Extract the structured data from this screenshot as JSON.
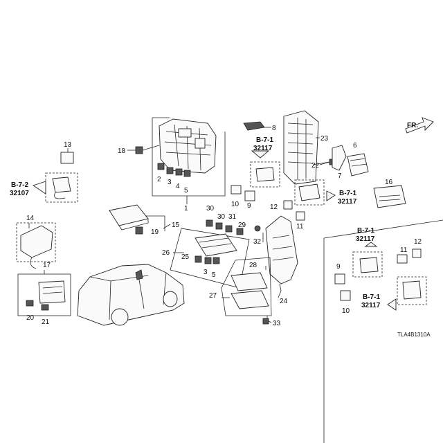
{
  "callouts": {
    "c1": "1",
    "c2": "2",
    "c3a": "3",
    "c4": "4",
    "c5a": "5",
    "c6": "6",
    "c7": "7",
    "c8": "8",
    "c9a": "9",
    "c10a": "10",
    "c11a": "11",
    "c12a": "12",
    "c13": "13",
    "c14": "14",
    "c15": "15",
    "c16": "16",
    "c17": "17",
    "c18": "18",
    "c19": "19",
    "c20": "20",
    "c21": "21",
    "c22": "22",
    "c23": "23",
    "c24": "24",
    "c25": "25",
    "c26": "26",
    "c27": "27",
    "c28": "28",
    "c29": "29",
    "c30a": "30",
    "c30b": "30",
    "c31": "31",
    "c32": "32",
    "c33": "33",
    "c3b": "3",
    "c5b": "5",
    "c9b": "9",
    "c10b": "10",
    "c11b": "11",
    "c12b": "12"
  },
  "references": {
    "ref_b71_top": {
      "code": "B-7-1",
      "part": "32117"
    },
    "ref_b71_mid": {
      "code": "B-7-1",
      "part": "32117"
    },
    "ref_b72_left": {
      "code": "B-7-2",
      "part": "32107"
    },
    "ref_b71_inset_top": {
      "code": "B-7-1",
      "part": "32117"
    },
    "ref_b71_inset_bottom": {
      "code": "B-7-1",
      "part": "32117"
    }
  },
  "direction_label": "FR.",
  "diagram_code": "TLA4B1310A"
}
